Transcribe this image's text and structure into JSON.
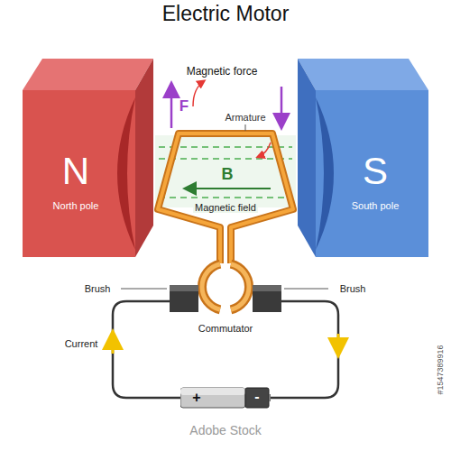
{
  "diagram": {
    "title": "Electric Motor",
    "nodes": [
      {
        "text": [
          "N",
          "North pole"
        ]
      },
      {
        "text": [
          "S",
          "South pole"
        ]
      },
      {
        "text": [
          "+",
          "-"
        ]
      }
    ],
    "labels": [
      "Magnetic force",
      "F",
      "Armature",
      "B",
      "Magnetic field",
      "Brush",
      "Brush",
      "Commutator",
      "Current",
      "Adobe Stock",
      "#1547389916"
    ]
  }
}
